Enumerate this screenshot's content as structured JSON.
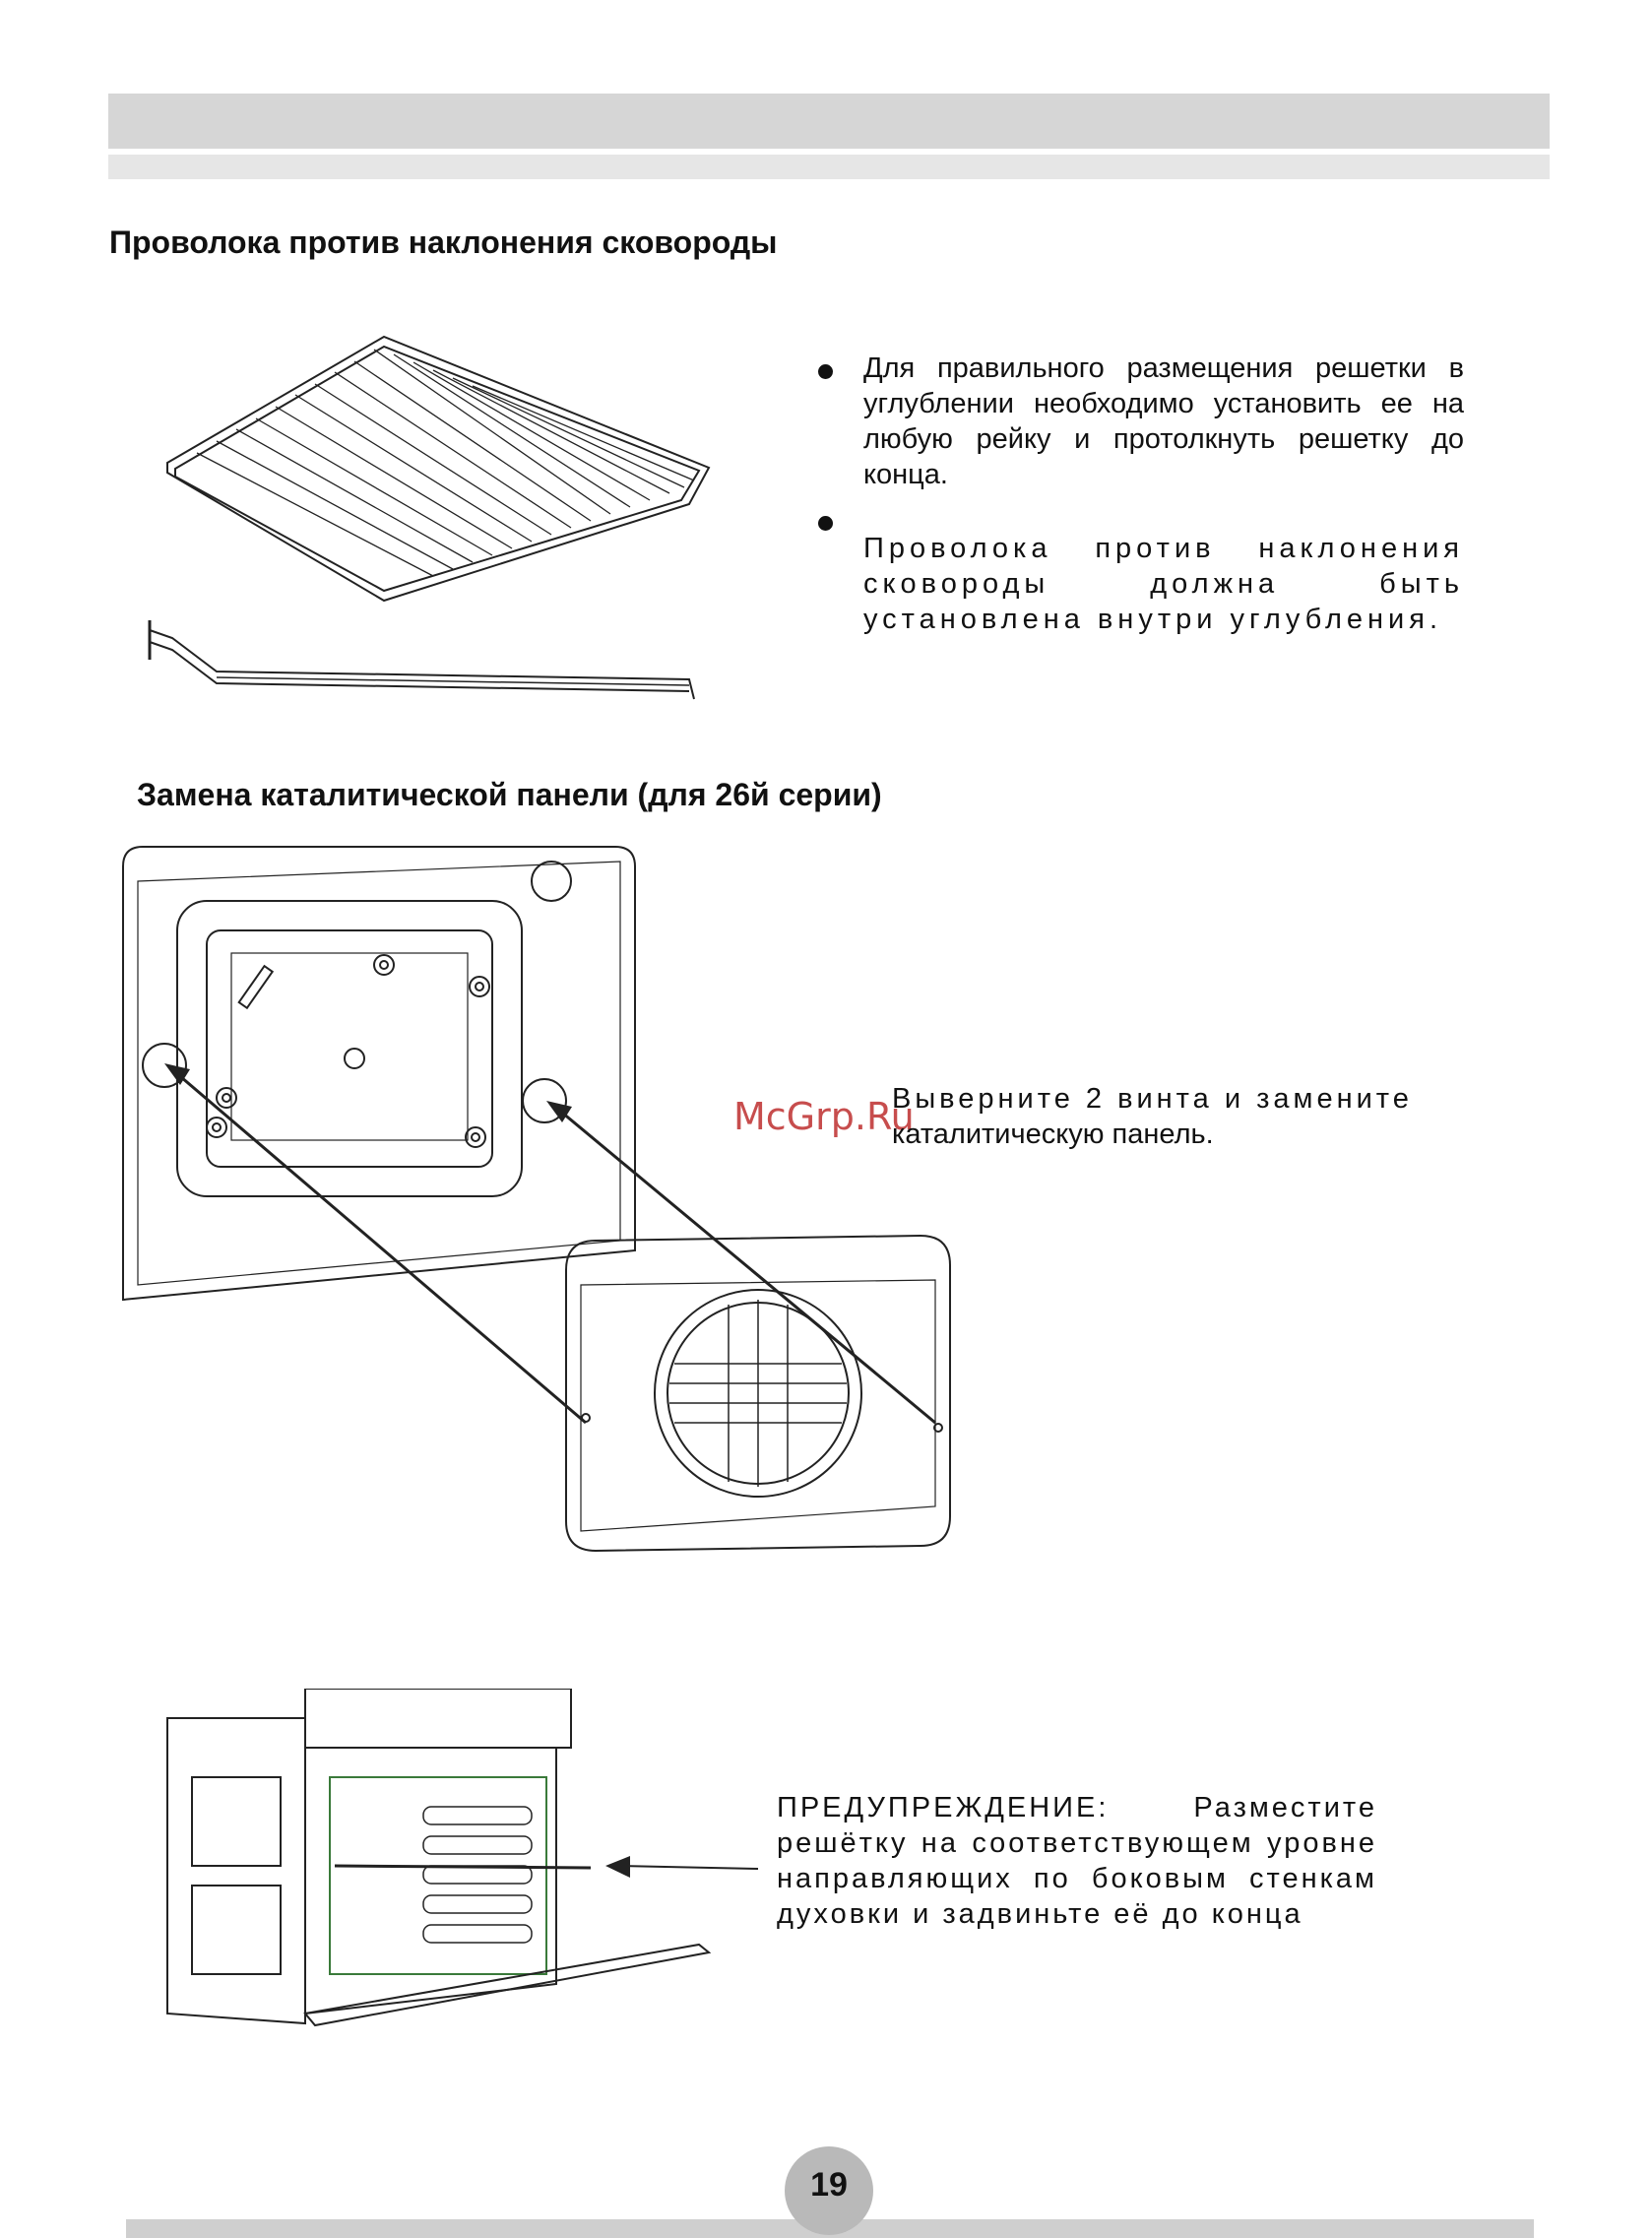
{
  "section1": {
    "title": "Проволока против наклонения сковороды",
    "bullet1": "Для правильного размещения решетки в углублении необходимо установить ее на любую рейку и протолкнуть решетку до конца.",
    "bullet2": "Проволока против наклонения сковороды должна быть установлена внутри углубления."
  },
  "section2": {
    "title": "Замена каталитической панели (для 26й серии)",
    "step_line1": "Выверните 2 винта и замените",
    "step_line2": "каталитическую панель.",
    "watermark": "McGrp.Ru"
  },
  "section3": {
    "warning": "ПРЕДУПРЕЖДЕНИЕ: Разместите решётку на соответствующем уровне направляющих по боковым стенкам духовки и задвиньте её до конца"
  },
  "footer": {
    "page_number": "19"
  },
  "colors": {
    "band": "#d6d6d6",
    "watermark": "#c23a3a"
  }
}
